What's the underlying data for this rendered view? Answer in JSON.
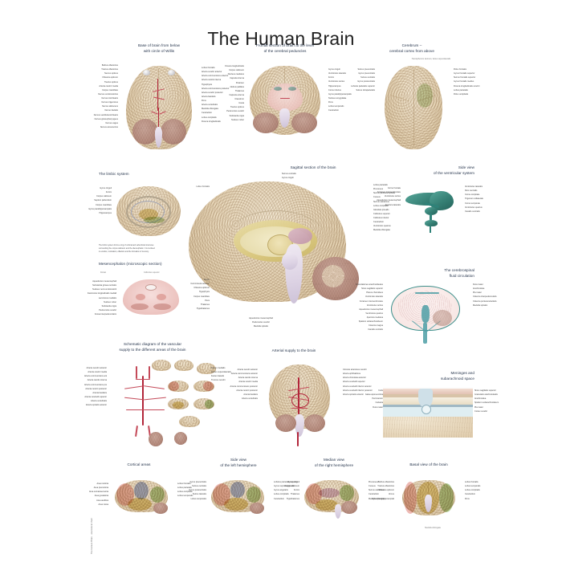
{
  "page": {
    "title": "The Human Brain",
    "corner_mark": "",
    "side_credit": "The Human Brain  ·  anatomical chart",
    "background_color": "#ffffff",
    "paper_color": "#ffffff"
  },
  "colors": {
    "cortex_cream": "#e6d5b7",
    "cerebellum_mauve": "#b98f81",
    "brainstem_lavender": "#ddd3e4",
    "artery_red": "#b2263a",
    "ventricle_teal": "#357f74",
    "csf_teal": "#4d9fa6",
    "lobe_frontal": "#e8a7a0",
    "lobe_parietal": "#8e9ccb",
    "lobe_occipital": "#9fc07a",
    "lobe_temporal": "#d9c06a",
    "heading_color": "#23324a",
    "label_color": "#3a3a3a"
  },
  "panels": {
    "base_of_brain": {
      "heading": "Base of brain from below\nwith circle of Willis",
      "labels_left": [
        "Bulbus olfactorius",
        "Tractus olfactorius",
        "Nervus opticus",
        "Chiasma opticum",
        "Tractus opticus",
        "Arteria cerebri media",
        "Corpus mamillare",
        "Nervus oculomotorius",
        "Nervus trochlearis",
        "Nervus trigeminus",
        "Nervus abducens",
        "Nervus facialis",
        "Nervus vestibulocochlearis",
        "Nervus glossopharyngeus",
        "Nervus vagus",
        "Nervus accessorius"
      ],
      "labels_right": [
        "Lobus frontalis",
        "Arteria cerebri anterior",
        "Arteria communicans anterior",
        "Arteria carotis interna",
        "Hypophysis",
        "Arteria communicans posterior",
        "Arteria cerebri posterior",
        "Arteria basilaris",
        "Pons",
        "Arteria vertebralis",
        "Medulla oblongata",
        "Cerebellum",
        "Lobus occipitalis",
        "Fissura longitudinalis"
      ]
    },
    "frontal_section": {
      "heading": "Frontal section of brain at the level\nof the cerebral peduncles",
      "labels_left": [
        "Fissura longitudinalis",
        "Corpus callosum",
        "Nucleus caudatus",
        "Capsula interna",
        "Putamen",
        "Globus pallidus",
        "Thalamus",
        "Capsula externa",
        "Claustrum",
        "Insula",
        "Tractus opticus",
        "Pedunculus cerebri",
        "Substantia nigra",
        "Nucleus ruber"
      ],
      "labels_right": [
        "Gyrus cinguli",
        "Ventriculus lateralis",
        "Fornix",
        "Ventriculus tertius",
        "Hippocampus",
        "Cornu inferius",
        "Gyrus parahippocampalis",
        "Nucleus amygdalae",
        "Pons",
        "Lobus temporalis",
        "Cerebellum"
      ]
    },
    "cerebrum_above": {
      "heading": "Cerebrum –\ncerebral cortex from above",
      "labels_left": [
        "Sulcus precentralis",
        "Gyrus precentralis",
        "Sulcus centralis",
        "Gyrus postcentralis",
        "Lobulus parietalis superior",
        "Sulcus intraparietalis"
      ],
      "labels_right": [
        "Polus frontalis",
        "Gyrus frontalis superior",
        "Sulcus frontalis superior",
        "Gyrus frontalis medius",
        "Fissura longitudinalis cerebri",
        "Lobus parietalis",
        "Polus occipitalis"
      ],
      "inset_note": "Hemispherium dextrum, facies superolateralis"
    },
    "limbic": {
      "heading": "The limbic system",
      "labels_left": [
        "Gyrus cinguli",
        "Fornix",
        "Corpus callosum",
        "Septum pellucidum",
        "Corpus mamillare",
        "Gyrus parahippocampalis",
        "Hippocampus"
      ],
      "footnote": "The limbic system forms a ring of cortical and subcortical structures\nsurrounding the corpus callosum and the diencephalon. It is involved\nin emotion, motivation, olfaction and the formation of memory."
    },
    "sagittal": {
      "heading": "Sagittal section of the brain",
      "labels_top": [
        "Sulcus centralis",
        "Gyrus cinguli",
        "Sulcus corporis callosi",
        "Corpus callosum",
        "Septum pellucidum"
      ],
      "labels_right": [
        "Lobus parietalis",
        "Precuneus",
        "Sulcus parietooccipitalis",
        "Cuneus",
        "Sulcus calcarinus",
        "Lobus occipitalis",
        "Glandula pinealis",
        "Colliculus superior",
        "Colliculus inferior",
        "Cerebellum",
        "Ventriculus quartus",
        "Medulla oblongata"
      ],
      "labels_left": [
        "Lobus frontalis",
        "Fornix",
        "Commissura anterior",
        "Chiasma opticum",
        "Hypophysis",
        "Corpus mamillare",
        "Pons",
        "Thalamus",
        "Hypothalamus"
      ],
      "labels_bottom": [
        "Aqueductus mesencephali",
        "Pedunculus cerebri",
        "Medulla spinalis"
      ]
    },
    "ventricular": {
      "heading": "Side view\nof the ventricular system",
      "labels_left": [
        "Cornu frontale",
        "Foramen interventriculare",
        "Ventriculus tertius",
        "Aqueductus mesencephali",
        "Apertura lateralis"
      ],
      "labels_right": [
        "Ventriculus lateralis",
        "Pars centralis",
        "Cornu occipitale",
        "Trigonum collaterale",
        "Cornu temporale",
        "Ventriculus quartus",
        "Canalis centralis"
      ]
    },
    "mesencephalon": {
      "heading": "Mesencephalon (microscopic section)",
      "sublabel_left": "Dorsal",
      "sublabel_right": "Colliculus superior",
      "labels_left": [
        "Aqueductus mesencephali",
        "Substantia grisea centralis",
        "Nucleus nervi oculomotorii",
        "Fasciculus longitudinalis medialis",
        "Lemniscus medialis",
        "Nucleus ruber",
        "Substantia nigra",
        "Pedunculus cerebri",
        "Fossa interpeduncularis"
      ]
    },
    "csf": {
      "heading": "The cerebrospinal\nfluid circulation",
      "labels_left": [
        "Granulationes arachnoideales",
        "Sinus sagittalis superior",
        "Plexus choroideus",
        "Ventriculus lateralis",
        "Foramen interventriculare",
        "Ventriculus tertius",
        "Aqueductus mesencephali",
        "Ventriculus quartus",
        "Apertura mediana",
        "Spatium subarachnoideum",
        "Cisterna magna",
        "Canalis centralis"
      ],
      "labels_right": [
        "Dura mater",
        "Arachnoidea",
        "Pia mater",
        "Cisterna interpeduncularis",
        "Cisterna pontocerebellaris",
        "Medulla spinalis"
      ]
    },
    "vascular_schematic": {
      "heading": "Schematic diagram of the vascular\nsupply to the different areas of the brain",
      "labels_left": [
        "Arteria cerebri anterior",
        "Arteria cerebri media",
        "Arteria communicans anterior",
        "Arteria carotis interna",
        "Arteria communicans posterior",
        "Arteria cerebri posterior",
        "Arteria basilaris",
        "Arteria cerebelli superior",
        "Arteria vertebralis",
        "Arteria spinalis anterior"
      ],
      "inset_labels": [
        "Facies medialis",
        "Facies superolateralis",
        "Facies basalis",
        "Truncus cerebri"
      ]
    },
    "arterial_supply": {
      "heading": "Arterial supply to the brain",
      "labels_left": [
        "Arteria cerebri anterior",
        "Arteria communicans anterior",
        "Arteria carotis interna",
        "Arteria cerebri media",
        "Arteria communicans posterior",
        "Arteria cerebri posterior",
        "Arteria basilaris",
        "Arteria vertebralis"
      ],
      "labels_right": [
        "Circulus arteriosus cerebri",
        "Arteria ophthalmica",
        "Arteria choroidea anterior",
        "Arteria cerebelli superior",
        "Arteria cerebelli inferior anterior",
        "Arteria cerebelli inferior posterior",
        "Arteria spinalis anterior"
      ]
    },
    "meninges": {
      "heading": "Meninges and\nsubarachnoid space",
      "labels_left": [
        "Cutis",
        "Galea aponeurotica",
        "Pericranium",
        "Calvaria",
        "Dura mater"
      ],
      "labels_right": [
        "Sinus sagittalis superior",
        "Granulatio arachnoidealis",
        "Arachnoidea",
        "Spatium subarachnoideum",
        "Pia mater",
        "Cortex cerebri"
      ]
    },
    "cortical_areas": {
      "heading": "Cortical areas",
      "labels_left": [
        "Area motoria",
        "Area premotoria",
        "Area somatosensoria",
        "Area gustatoria",
        "Area auditiva",
        "Area visiva"
      ],
      "labels_right": [
        "Lobus frontalis",
        "Lobus parietalis",
        "Lobus occipitalis",
        "Lobus temporalis"
      ]
    },
    "left_hemisphere": {
      "heading": "Side view\nof the left hemisphere",
      "labels_left": [
        "Gyrus precentralis",
        "Sulcus centralis",
        "Gyrus postcentralis",
        "Sulcus lateralis",
        "Lobus temporalis"
      ],
      "labels_right": [
        "Lobulus parietalis superior",
        "Gyrus supramarginalis",
        "Gyrus angularis",
        "Lobus occipitalis",
        "Cerebellum"
      ]
    },
    "right_hemisphere": {
      "heading": "Median view\nof the right hemisphere",
      "labels_left": [
        "Gyrus cinguli",
        "Corpus callosum",
        "Fornix",
        "Thalamus",
        "Hypothalamus"
      ],
      "labels_right": [
        "Precuneus",
        "Cuneus",
        "Sulcus calcarinus",
        "Cerebellum",
        "Medulla oblongata"
      ]
    },
    "basal_view": {
      "heading": "Basal view of the brain",
      "labels_left": [
        "Bulbus olfactorius",
        "Tractus olfactorius",
        "Chiasma opticum",
        "Uncus",
        "Gyrus parahippocampalis"
      ],
      "labels_right": [
        "Lobus frontalis",
        "Lobus temporalis",
        "Lobus occipitalis",
        "Cerebellum",
        "Pons"
      ],
      "bottom_label": "Medulla oblongata"
    }
  }
}
